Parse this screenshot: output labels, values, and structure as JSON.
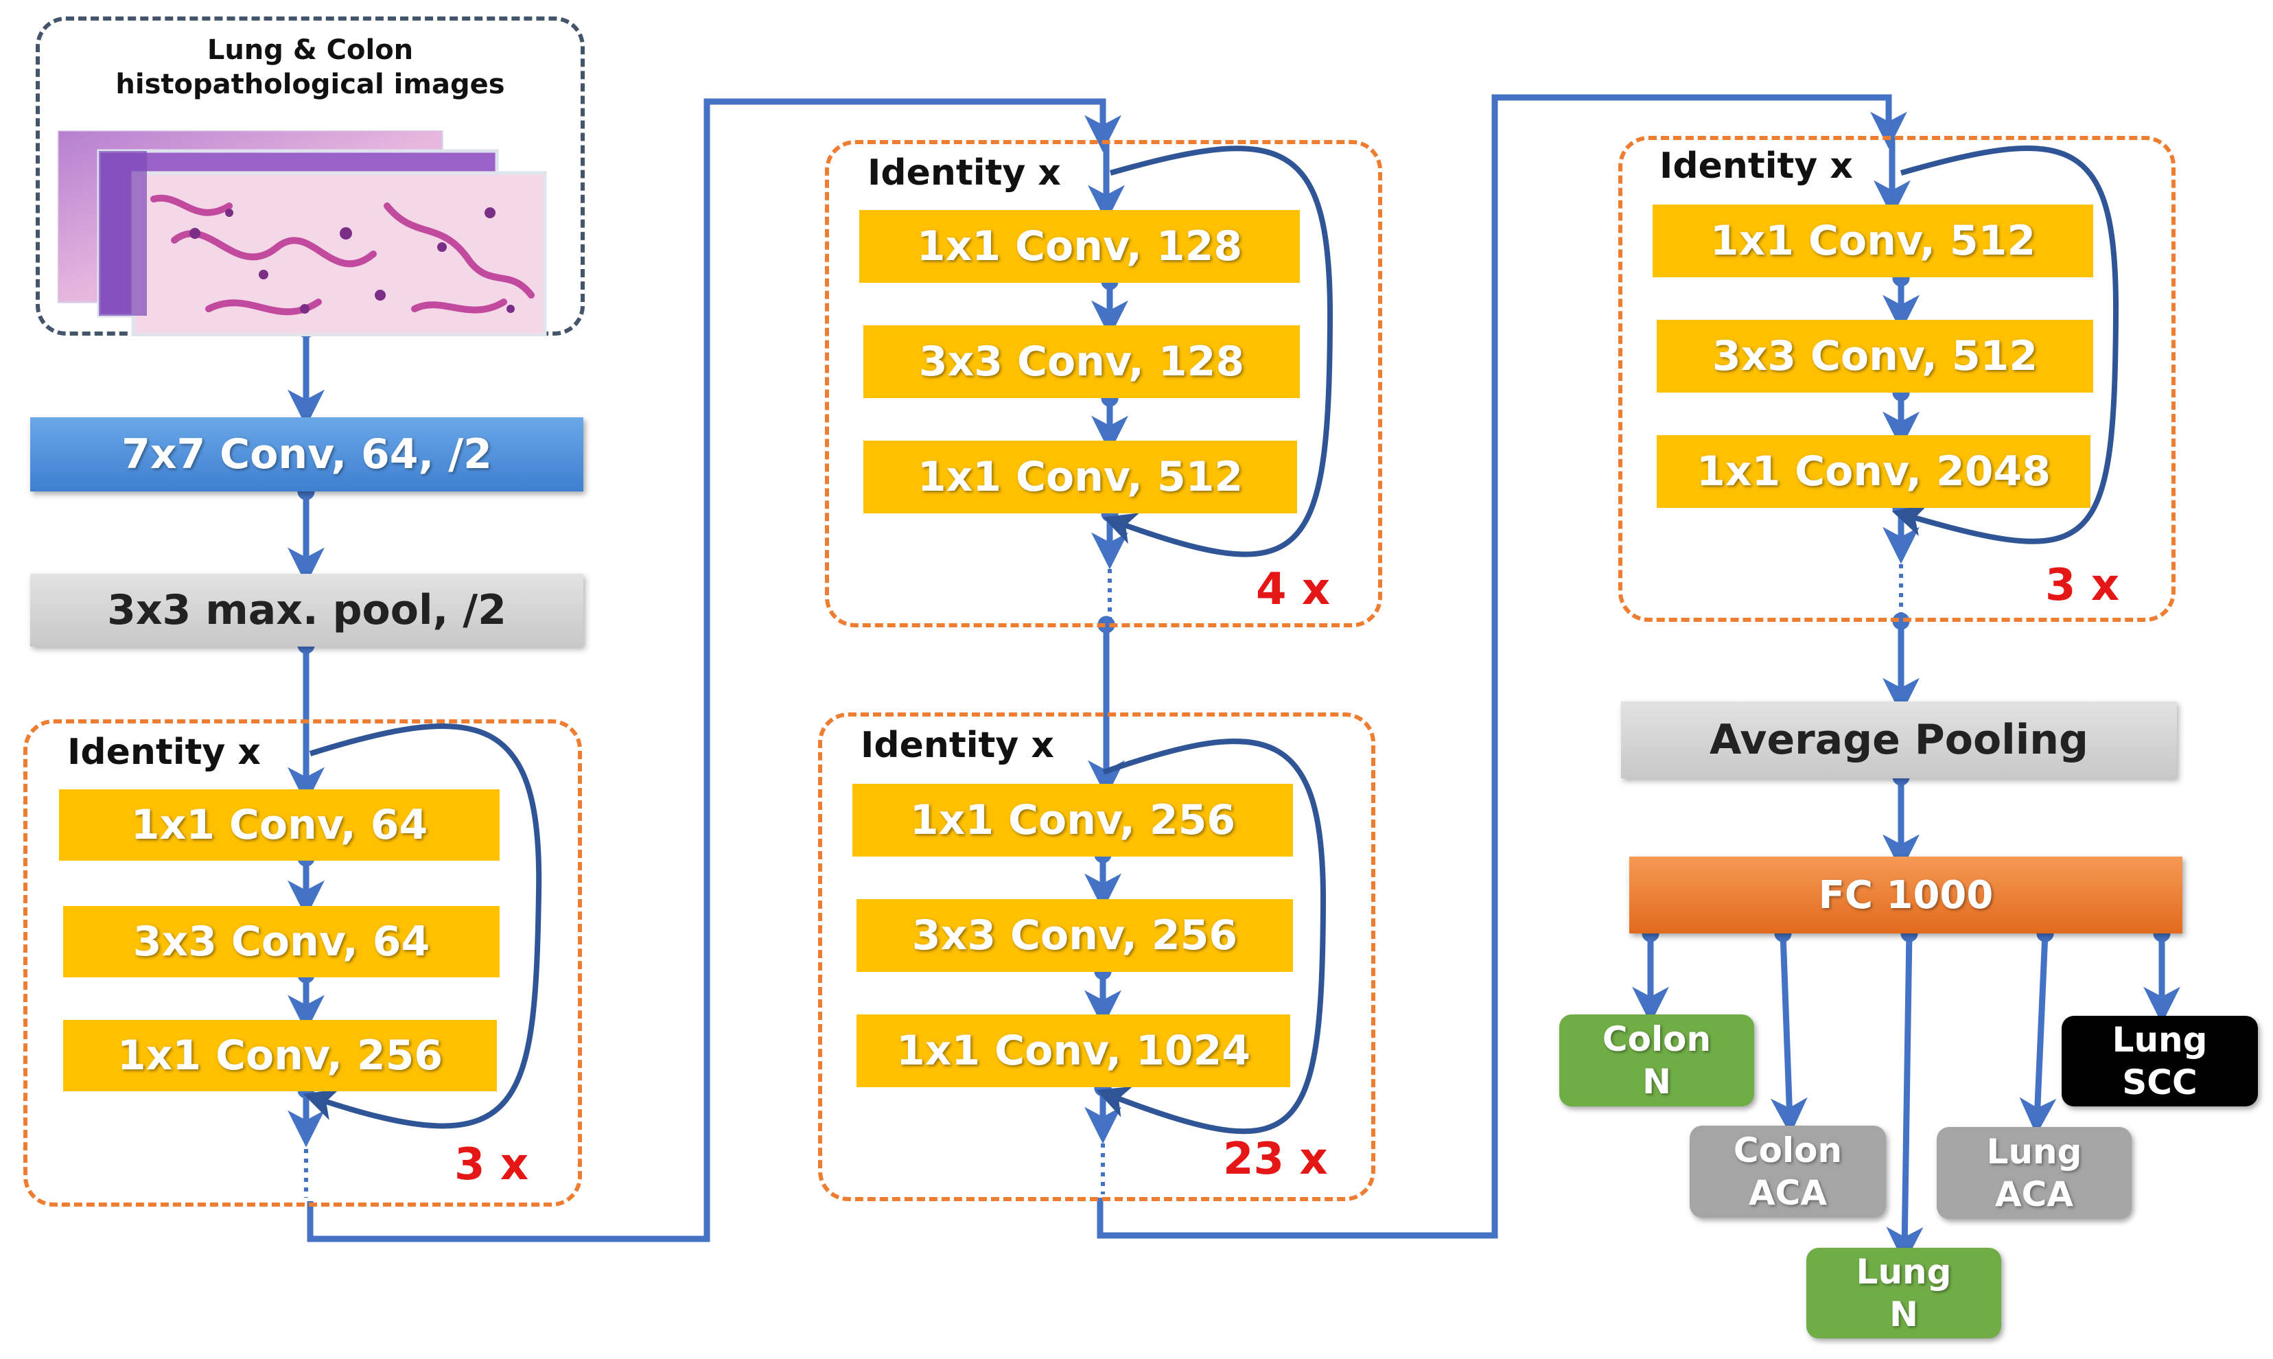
{
  "input": {
    "title_line1": "Lung & Colon",
    "title_line2": "histopathological images",
    "image_icon": "histopathology-image-stack-icon"
  },
  "stem": {
    "conv": "7x7 Conv, 64, /2",
    "pool": "3x3 max. pool, /2"
  },
  "stages": [
    {
      "identity": "Identity x",
      "layers": [
        "1x1 Conv, 64",
        "3x3 Conv, 64",
        "1x1 Conv, 256"
      ],
      "repeat": "3 x"
    },
    {
      "identity": "Identity x",
      "layers": [
        "1x1 Conv, 128",
        "3x3 Conv, 128",
        "1x1 Conv, 512"
      ],
      "repeat": "4 x"
    },
    {
      "identity": "Identity x",
      "layers": [
        "1x1 Conv, 256",
        "3x3 Conv, 256",
        "1x1 Conv, 1024"
      ],
      "repeat": "23 x"
    },
    {
      "identity": "Identity x",
      "layers": [
        "1x1 Conv, 512",
        "3x3 Conv, 512",
        "1x1 Conv, 2048"
      ],
      "repeat": "3 x"
    }
  ],
  "head": {
    "pool": "Average Pooling",
    "fc": "FC 1000"
  },
  "outputs": [
    {
      "line1": "Colon",
      "line2": "N",
      "color": "#70AD47"
    },
    {
      "line1": "Colon",
      "line2": "ACA",
      "color": "#A5A5A5"
    },
    {
      "line1": "Lung",
      "line2": "N",
      "color": "#70AD47"
    },
    {
      "line1": "Lung",
      "line2": "ACA",
      "color": "#A5A5A5"
    },
    {
      "line1": "Lung",
      "line2": "SCC",
      "color": "#000000"
    }
  ],
  "colors": {
    "arrow": "#4472C4",
    "conv": "#FFC000",
    "frame": "#ED7D31",
    "repeat": "#E51616"
  }
}
